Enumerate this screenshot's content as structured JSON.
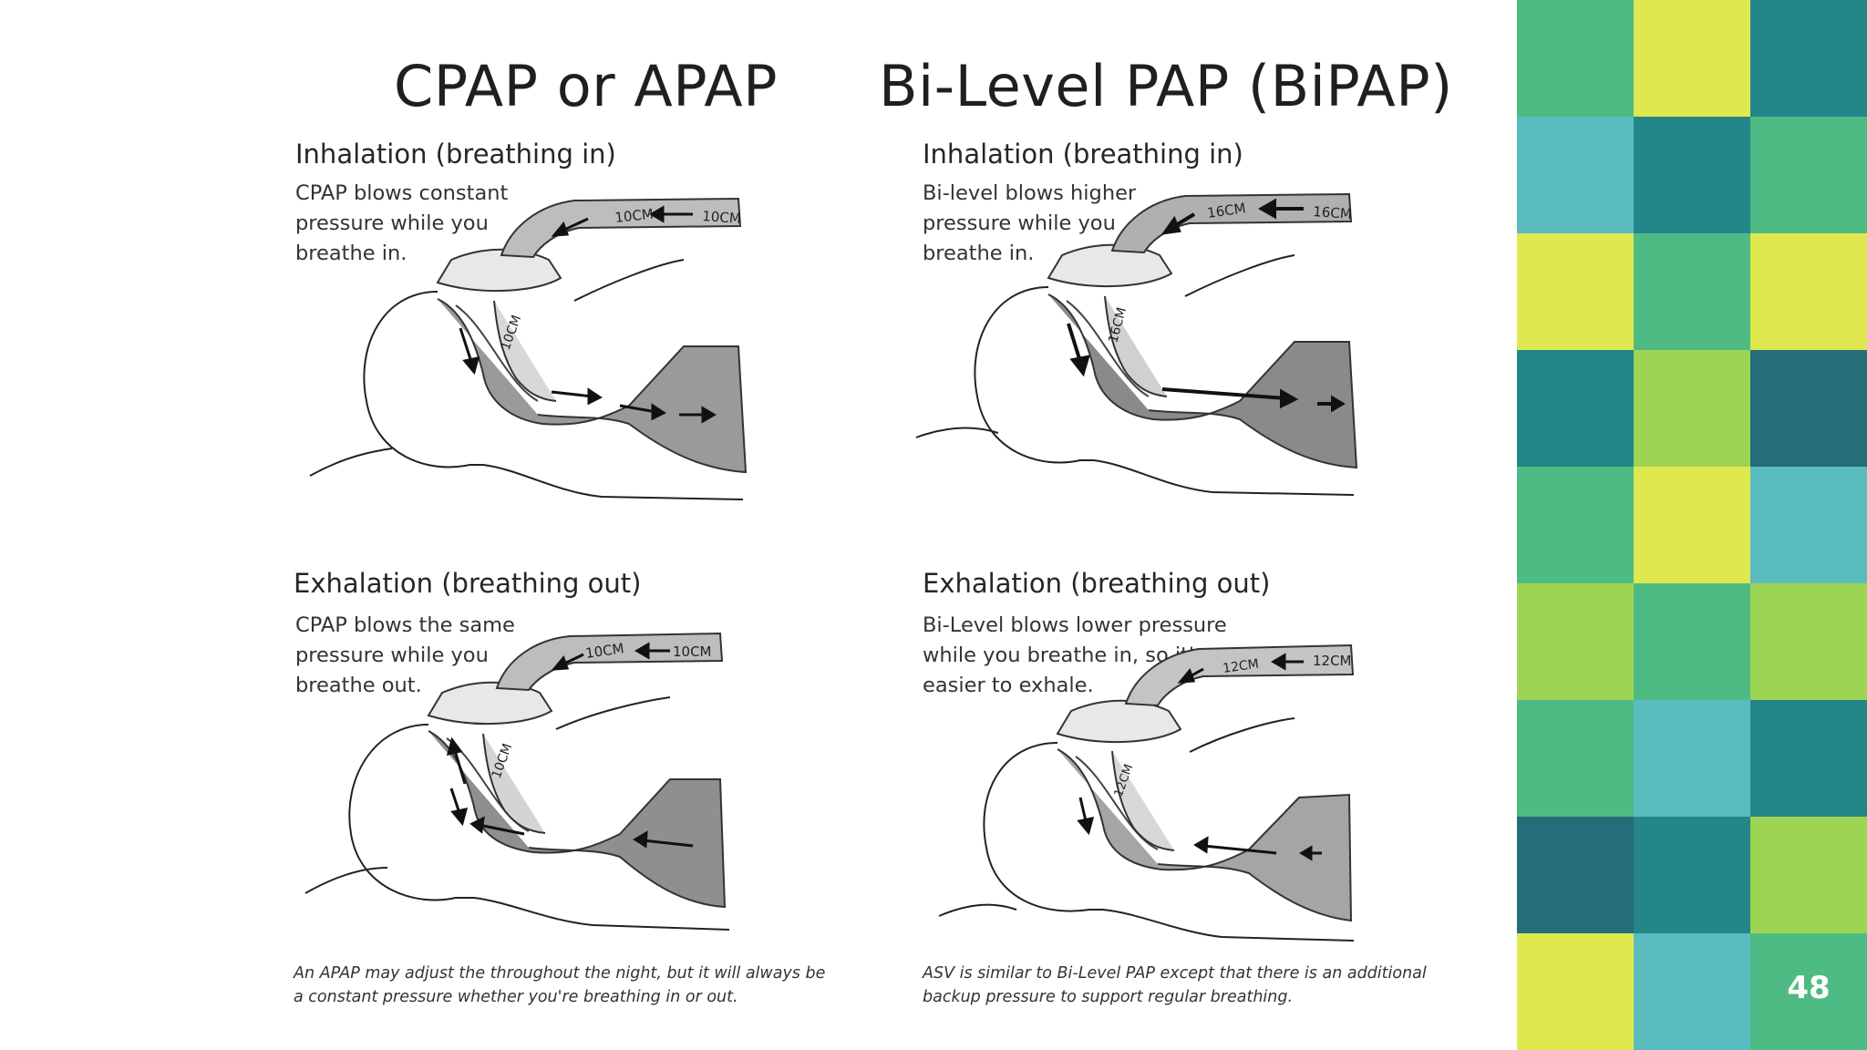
{
  "titles": {
    "left": "CPAP or APAP",
    "right": "Bi-Level PAP (BiPAP)"
  },
  "panels": {
    "cpap_in": {
      "heading": "Inhalation (breathing in)",
      "desc": [
        "CPAP blows constant",
        "pressure while you",
        "breathe in."
      ],
      "tube_labels": [
        "10CM",
        "10CM"
      ],
      "airway_label": "10CM"
    },
    "bipap_in": {
      "heading": "Inhalation (breathing in)",
      "desc": [
        "Bi-level blows higher",
        "pressure while you",
        "breathe in."
      ],
      "tube_labels": [
        "16CM",
        "16CM"
      ],
      "airway_label": "16CM"
    },
    "cpap_out": {
      "heading": "Exhalation (breathing out)",
      "desc": [
        "CPAP blows the same",
        "pressure while you",
        "breathe out."
      ],
      "tube_labels": [
        "10CM",
        "10CM"
      ],
      "airway_label": "10CM"
    },
    "bipap_out": {
      "heading": "Exhalation (breathing out)",
      "desc": [
        "Bi-Level blows lower pressure",
        "while you breathe in, so it's",
        "easier to exhale."
      ],
      "tube_labels": [
        "12CM",
        "12CM"
      ],
      "airway_label": "12CM"
    }
  },
  "captions": {
    "left": [
      "An APAP may adjust the throughout the night, but it will always be",
      "a constant pressure whether you're breathing in or out."
    ],
    "right": [
      "ASV is similar to Bi-Level PAP except that there is an additional",
      "backup pressure to support regular breathing."
    ]
  },
  "page_number": "48",
  "colors": {
    "green": "#4fbb84",
    "yellow": "#dfe84f",
    "dark_teal": "#23878a",
    "light_teal": "#5bbcc0",
    "lime": "#9ed454",
    "slate_teal": "#256d78"
  },
  "mosaic": [
    [
      "green",
      "yellow",
      "dark_teal"
    ],
    [
      "light_teal",
      "dark_teal",
      "green"
    ],
    [
      "yellow",
      "green",
      "yellow"
    ],
    [
      "dark_teal",
      "lime",
      "slate_teal"
    ],
    [
      "green",
      "yellow",
      "light_teal"
    ],
    [
      "lime",
      "green",
      "lime"
    ],
    [
      "green",
      "light_teal",
      "dark_teal"
    ],
    [
      "slate_teal",
      "dark_teal",
      "lime"
    ],
    [
      "yellow",
      "light_teal",
      "green"
    ]
  ]
}
